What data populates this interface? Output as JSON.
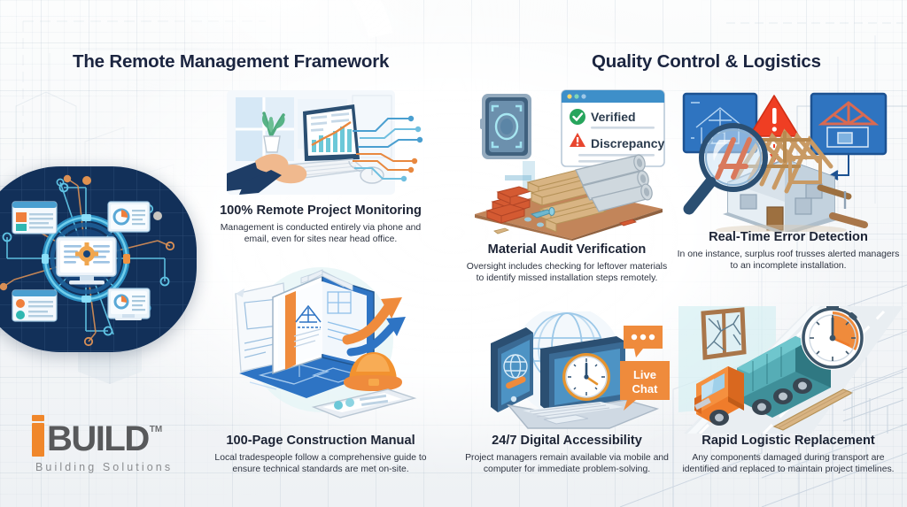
{
  "page": {
    "background_color": "#f7f8f9",
    "accent_navy": "#1b2540",
    "accent_orange": "#f0872b",
    "accent_blue": "#2f6fb5"
  },
  "headings": {
    "left": "The Remote Management Framework",
    "right": "Quality Control & Logistics"
  },
  "features": [
    {
      "id": "remote-project-monitoring",
      "title": "100% Remote Project Monitoring",
      "description": "Management is conducted entirely via phone and email, even for sites near head office.",
      "illustration": "desk-monitoring-illustration"
    },
    {
      "id": "construction-manual",
      "title": "100-Page Construction Manual",
      "description": "Local tradespeople follow a comprehensive guide to ensure technical standards are met on-site.",
      "illustration": "manual-blueprint-illustration"
    },
    {
      "id": "material-audit-verification",
      "title": "Material Audit Verification",
      "description": "Oversight includes checking for leftover materials to identify missed installation steps remotely.",
      "illustration": "material-audit-illustration"
    },
    {
      "id": "real-time-error-detection",
      "title": "Real-Time Error Detection",
      "description": "In one instance, surplus roof trusses alerted managers to an incomplete installation.",
      "illustration": "roof-truss-inspection-illustration"
    },
    {
      "id": "digital-accessibility",
      "title": "24/7 Digital Accessibility",
      "description": "Project managers remain available via mobile and computer for immediate problem-solving.",
      "illustration": "laptop-phone-clock-illustration"
    },
    {
      "id": "rapid-logistic-replacement",
      "title": "Rapid Logistic Replacement",
      "description": "Any components damaged during transport are identified and replaced to maintain project timelines.",
      "illustration": "truck-stopwatch-illustration"
    }
  ],
  "illustration_labels": {
    "verified": "Verified",
    "discrepancy": "Discrepancy",
    "live_chat": "Live Chat"
  },
  "logo": {
    "prefix_letter": "i",
    "word": "BUILD",
    "trademark": "TM",
    "tagline": "Building Solutions"
  }
}
